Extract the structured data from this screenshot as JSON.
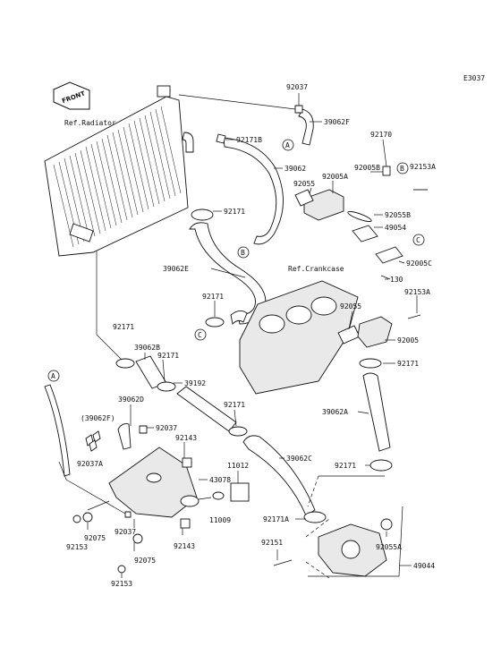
{
  "diagram_code": "E3037",
  "front_badge": "FRONT",
  "ref_labels": {
    "radiator": "Ref.Radiator",
    "crankcase": "Ref.Crankcase"
  },
  "callouts": {
    "a": "A",
    "b": "B",
    "c": "C"
  },
  "parts": {
    "p92037_top": "92037",
    "p39062F": "39062F",
    "p92171B": "92171B",
    "p39062": "39062",
    "p92170": "92170",
    "p92005B": "92005B",
    "p92153A_top": "92153A",
    "p92055_top": "92055",
    "p92005A": "92005A",
    "p92171_a": "92171",
    "p92055B": "92055B",
    "p49054": "49054",
    "p92005C": "92005C",
    "p130": "130",
    "p39062E": "39062E",
    "p92153A_mid": "92153A",
    "p92171_b": "92171",
    "p92055_mid": "92055",
    "p92005": "92005",
    "p92171_left": "92171",
    "p39062B": "39062B",
    "p92171_c": "92171",
    "p39192": "39192",
    "p92171_d": "92171",
    "p92171_e": "92171",
    "p39062D": "39062D",
    "p39062F_paren": "(39062F)",
    "p92037_mid": "92037",
    "p92143_a": "92143",
    "p92037A": "92037A",
    "p39062A": "39062A",
    "p39062C": "39062C",
    "p43078": "43078",
    "p11012": "11012",
    "p92171_f": "92171",
    "p11009": "11009",
    "p92171A": "92171A",
    "p92075_a": "92075",
    "p92153_a": "92153",
    "p92037_low": "92037",
    "p92143_b": "92143",
    "p92151": "92151",
    "p92055A": "92055A",
    "p92075_b": "92075",
    "p92153_b": "92153",
    "p49044": "49044"
  }
}
